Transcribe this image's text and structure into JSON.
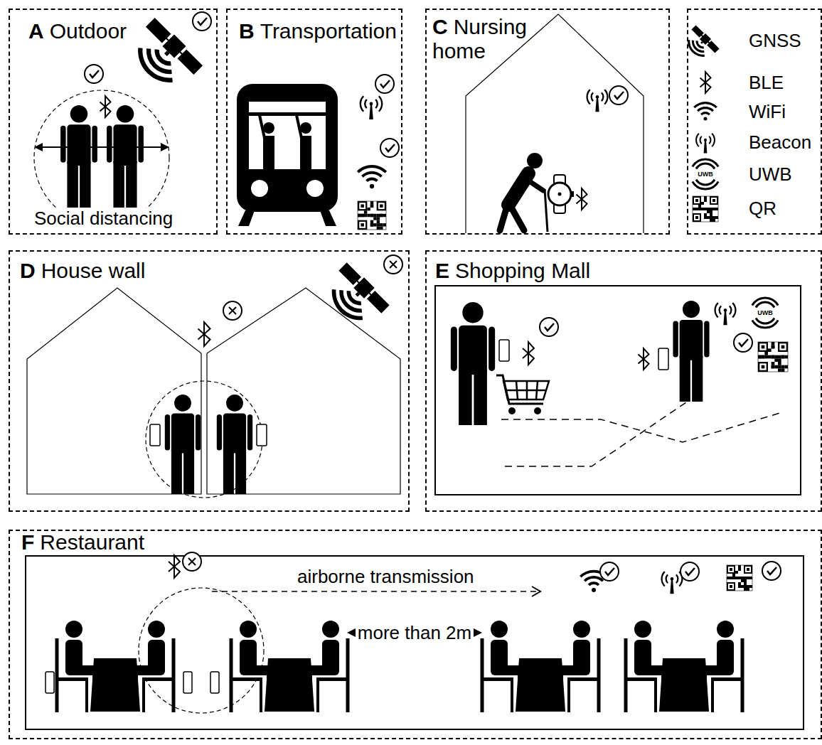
{
  "diagram": {
    "nodes": [
      {
        "text": [
          "A",
          "Outdoor"
        ]
      },
      {
        "text": [
          "B",
          "Transportation"
        ]
      },
      {
        "text": [
          "C",
          "Nursing home"
        ]
      },
      {
        "text": [
          "D",
          "House wall"
        ]
      },
      {
        "text": [
          "E",
          "Shopping Mall"
        ]
      },
      {
        "text": [
          "F",
          "Restaurant"
        ]
      }
    ],
    "labels": [
      "Social distancing",
      "UWB",
      "UWB",
      "airborne transmission",
      "more than 2m"
    ],
    "legend": [
      {
        "text": "GNSS"
      },
      {
        "text": "BLE"
      },
      {
        "text": "WiFi"
      },
      {
        "text": "Beacon"
      },
      {
        "text": "UWB"
      },
      {
        "text": "QR"
      }
    ]
  }
}
